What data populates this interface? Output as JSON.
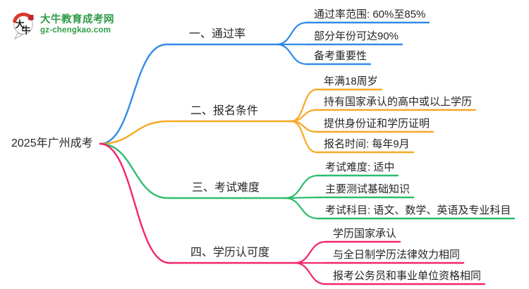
{
  "page": {
    "background": "#ffffff",
    "text_color": "#262626"
  },
  "logo": {
    "icon_top_char": "大",
    "icon_bottom_char": "牛",
    "title": "大牛教育成考网",
    "subtitle": "gz-chengkao.com",
    "brand_green": "#2e9b45",
    "accent_red": "#d93a2c",
    "seal_red": "#c3272e"
  },
  "root": {
    "label": "2025年广州成考"
  },
  "branches": [
    {
      "label": "一、通过率",
      "color": "#318be8",
      "leaves": [
        "通过率范围: 60%至85%",
        "部分年份可达90%",
        "备考重要性"
      ]
    },
    {
      "label": "二、报名条件",
      "color": "#f7a823",
      "leaves": [
        "年满18周岁",
        "持有国家承认的高中或以上学历",
        "提供身份证和学历证明",
        "报名时间: 每年9月"
      ]
    },
    {
      "label": "三、考试难度",
      "color": "#2ebd6e",
      "leaves": [
        "考试难度: 适中",
        "主要测试基础知识",
        "考试科目: 语文、数学、英语及专业科目"
      ]
    },
    {
      "label": "四、学历认可度",
      "color": "#f1256e",
      "leaves": [
        "学历国家承认",
        "与全日制学历法律效力相同",
        "报考公务员和事业单位资格相同"
      ]
    }
  ]
}
